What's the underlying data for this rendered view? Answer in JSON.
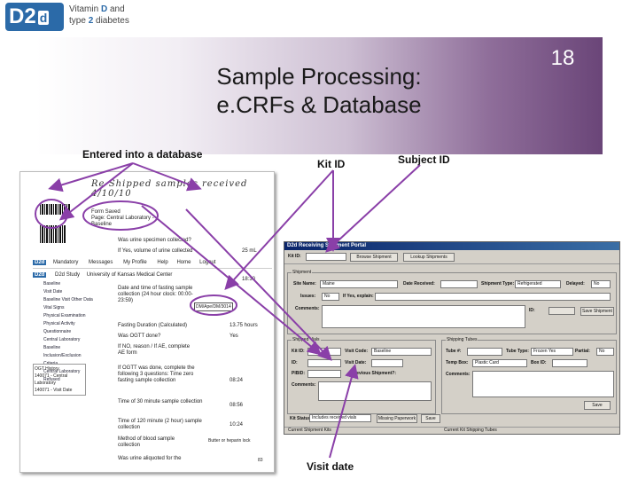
{
  "logo": {
    "mark": "D2",
    "mark_small": "d",
    "line1_prefix": "Vitamin ",
    "line1_bold": "D",
    "line1_suffix": " and",
    "line2_prefix": "type ",
    "line2_bold": "2",
    "line2_suffix": " diabetes"
  },
  "slide": {
    "title": "Sample Processing:\ne.CRFs & Database",
    "page_number": "18"
  },
  "callouts": {
    "entered": "Entered into a database",
    "kit_id": "Kit ID",
    "subject_id": "Subject ID",
    "visit_date": "Visit date"
  },
  "colors": {
    "accent_purple": "#6a4578",
    "logo_blue": "#2b6aa8",
    "arrow": "#8a3fa8",
    "window_gray": "#d4d0c8"
  },
  "paper_form": {
    "handwritten": "Re-Shipped samples received 4/10/10",
    "lab_header": [
      "Form Saved",
      "Page: Central Laboratory -",
      "Baseline"
    ],
    "questions": [
      {
        "q": "Was urine specimen collected?",
        "a": ""
      },
      {
        "q": "If Yes, volume of urine collected",
        "a": "25 mL"
      },
      {
        "q": "Date and time of fasting sample collection (24 hour clock: 00:00-23:59)",
        "a": "18:30"
      },
      {
        "q": "Fasting Duration (Calculated)",
        "a": "13.75 hours"
      },
      {
        "q": "Was OGTT done?",
        "a": "Yes"
      },
      {
        "q": "If NO, reason / If AE, complete AE form",
        "a": ""
      },
      {
        "q": "If OGTT was done, complete the following 3 questions: Time zero fasting sample collection",
        "a": "08:24"
      },
      {
        "q": "Time of 30 minute sample collection",
        "a": "08:56"
      },
      {
        "q": "Time of 120 minute (2 hour) sample collection",
        "a": "10:24"
      },
      {
        "q": "Method of blood sample collection",
        "a": "Butter or heparin lock"
      },
      {
        "q": "Was urine aliquoted for the",
        "a": ""
      }
    ],
    "sidebar": [
      "Baseline",
      "Visit Date",
      "Baseline Visit Other Data",
      "Vital Signs",
      "Physical Examination",
      "Physical Activity Questionnaire",
      "Central Laboratory",
      "Baseline Inclusion/Exclusion Criteria",
      "Central Laboratory Refused"
    ],
    "nav": [
      "Mandatory",
      "Messages",
      "My Profile",
      "Help",
      "Home",
      "Logout"
    ],
    "study_header": "D2d Study",
    "site": "University of Kansas Medical Center",
    "kit_sticker": "DM/Ape/DM/3014",
    "footer_list": [
      "OGT History",
      "140071 - Central Laboratory",
      "140071 - Visit Date"
    ],
    "page_no": "83"
  },
  "portal": {
    "window_title": "D2d Receiving Shipment Portal",
    "toolbar": {
      "label": "Kit ID:",
      "browse": "Browse Shipment",
      "lookup": "Lookup Shipments"
    },
    "shipment": {
      "legend": "Shipment",
      "site_name_label": "Site Name:",
      "site_name_value": "Maine",
      "date_received_label": "Date Received:",
      "shipment_type_label": "Shipment Type:",
      "shipment_type_value": "Refrigerated",
      "delayed_label": "Delayed:",
      "delayed_value": "No",
      "issues_label": "Issues:",
      "issues_value": "No",
      "if_yes_label": "If Yes, explain:",
      "comments_label": "Comments:",
      "id_label": "ID:",
      "save_button": "Save Shipment"
    },
    "shipped_vials": {
      "legend": "Shipped Vials",
      "kit_id_label": "Kit ID:",
      "visit_code_label": "Visit Code:",
      "visit_code_value": "Baseline",
      "id_label": "ID:",
      "visit_date_label": "Visit Date:",
      "pibid_label": "PIBID:",
      "previous_label": "Previous Shipment?:",
      "comments_label": "Comments:",
      "kit_status_label": "Kit Status:",
      "kit_status_value": "Includes received vials",
      "missing_button": "Missing Paperwork",
      "save_button": "Save"
    },
    "shipping_tubes": {
      "legend": "Shipping Tubes",
      "tube_label": "Tube #:",
      "tube_type_label": "Tube Type:",
      "tube_type_value": "Frozen Yes",
      "partial_label": "Partial:",
      "partial_value": "No",
      "temp_box_label": "Temp Box:",
      "temp_box_value": "Plastic Card",
      "box_id_label": "Box ID:",
      "comments_label": "Comments:",
      "save_button": "Save"
    },
    "status": {
      "left": "Current Shipment Kits",
      "right": "Current Kit Shipping Tubes"
    }
  }
}
